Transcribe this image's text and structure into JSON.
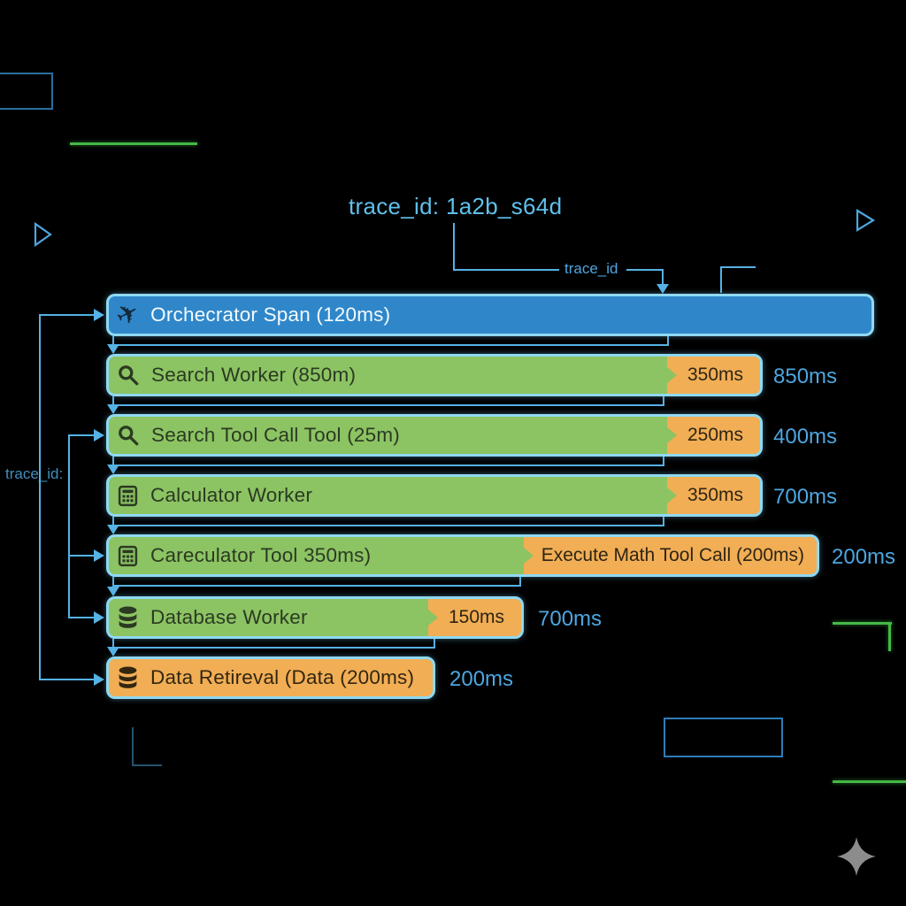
{
  "title": "trace_id: 1a2b_s64d",
  "annotations": {
    "pointer_label": "trace_id",
    "side_label": "trace_id:"
  },
  "spans": [
    {
      "label": "Orchecrator Span (120ms)",
      "icon": "plane-icon",
      "color": "blue",
      "badge": "",
      "right_label": ""
    },
    {
      "label": "Search Worker (850m)",
      "icon": "search-icon",
      "color": "green",
      "badge": "350ms",
      "right_label": "850ms"
    },
    {
      "label": "Search Tool Call Tool (25m)",
      "icon": "search-icon",
      "color": "green",
      "badge": "250ms",
      "right_label": "400ms"
    },
    {
      "label": "Calculator Worker",
      "icon": "calculator-icon",
      "color": "green",
      "badge": "350ms",
      "right_label": "700ms"
    },
    {
      "label": "Careculator Tool 350ms)",
      "icon": "calculator-icon",
      "color": "green",
      "badge": "Execute Math Tool Call (200ms)",
      "right_label": "200ms"
    },
    {
      "label": "Database Worker",
      "icon": "database-icon",
      "color": "green",
      "badge": "150ms",
      "right_label": "700ms"
    },
    {
      "label": "Data Retireval (Data (200ms)",
      "icon": "database-icon",
      "color": "orange",
      "badge": "",
      "right_label": "200ms"
    }
  ],
  "colors": {
    "background": "#000000",
    "bar_blue": "#2f87ca",
    "bar_green": "#8cc363",
    "bar_orange": "#f1ae55",
    "bar_border": "#8fd9f2",
    "connector": "#55b2e4",
    "label_blue": "#4da6e0",
    "decor_green": "#45b847",
    "decor_dim_blue": "#2b6f9e",
    "sparkle_gray": "#8c8c8c"
  }
}
